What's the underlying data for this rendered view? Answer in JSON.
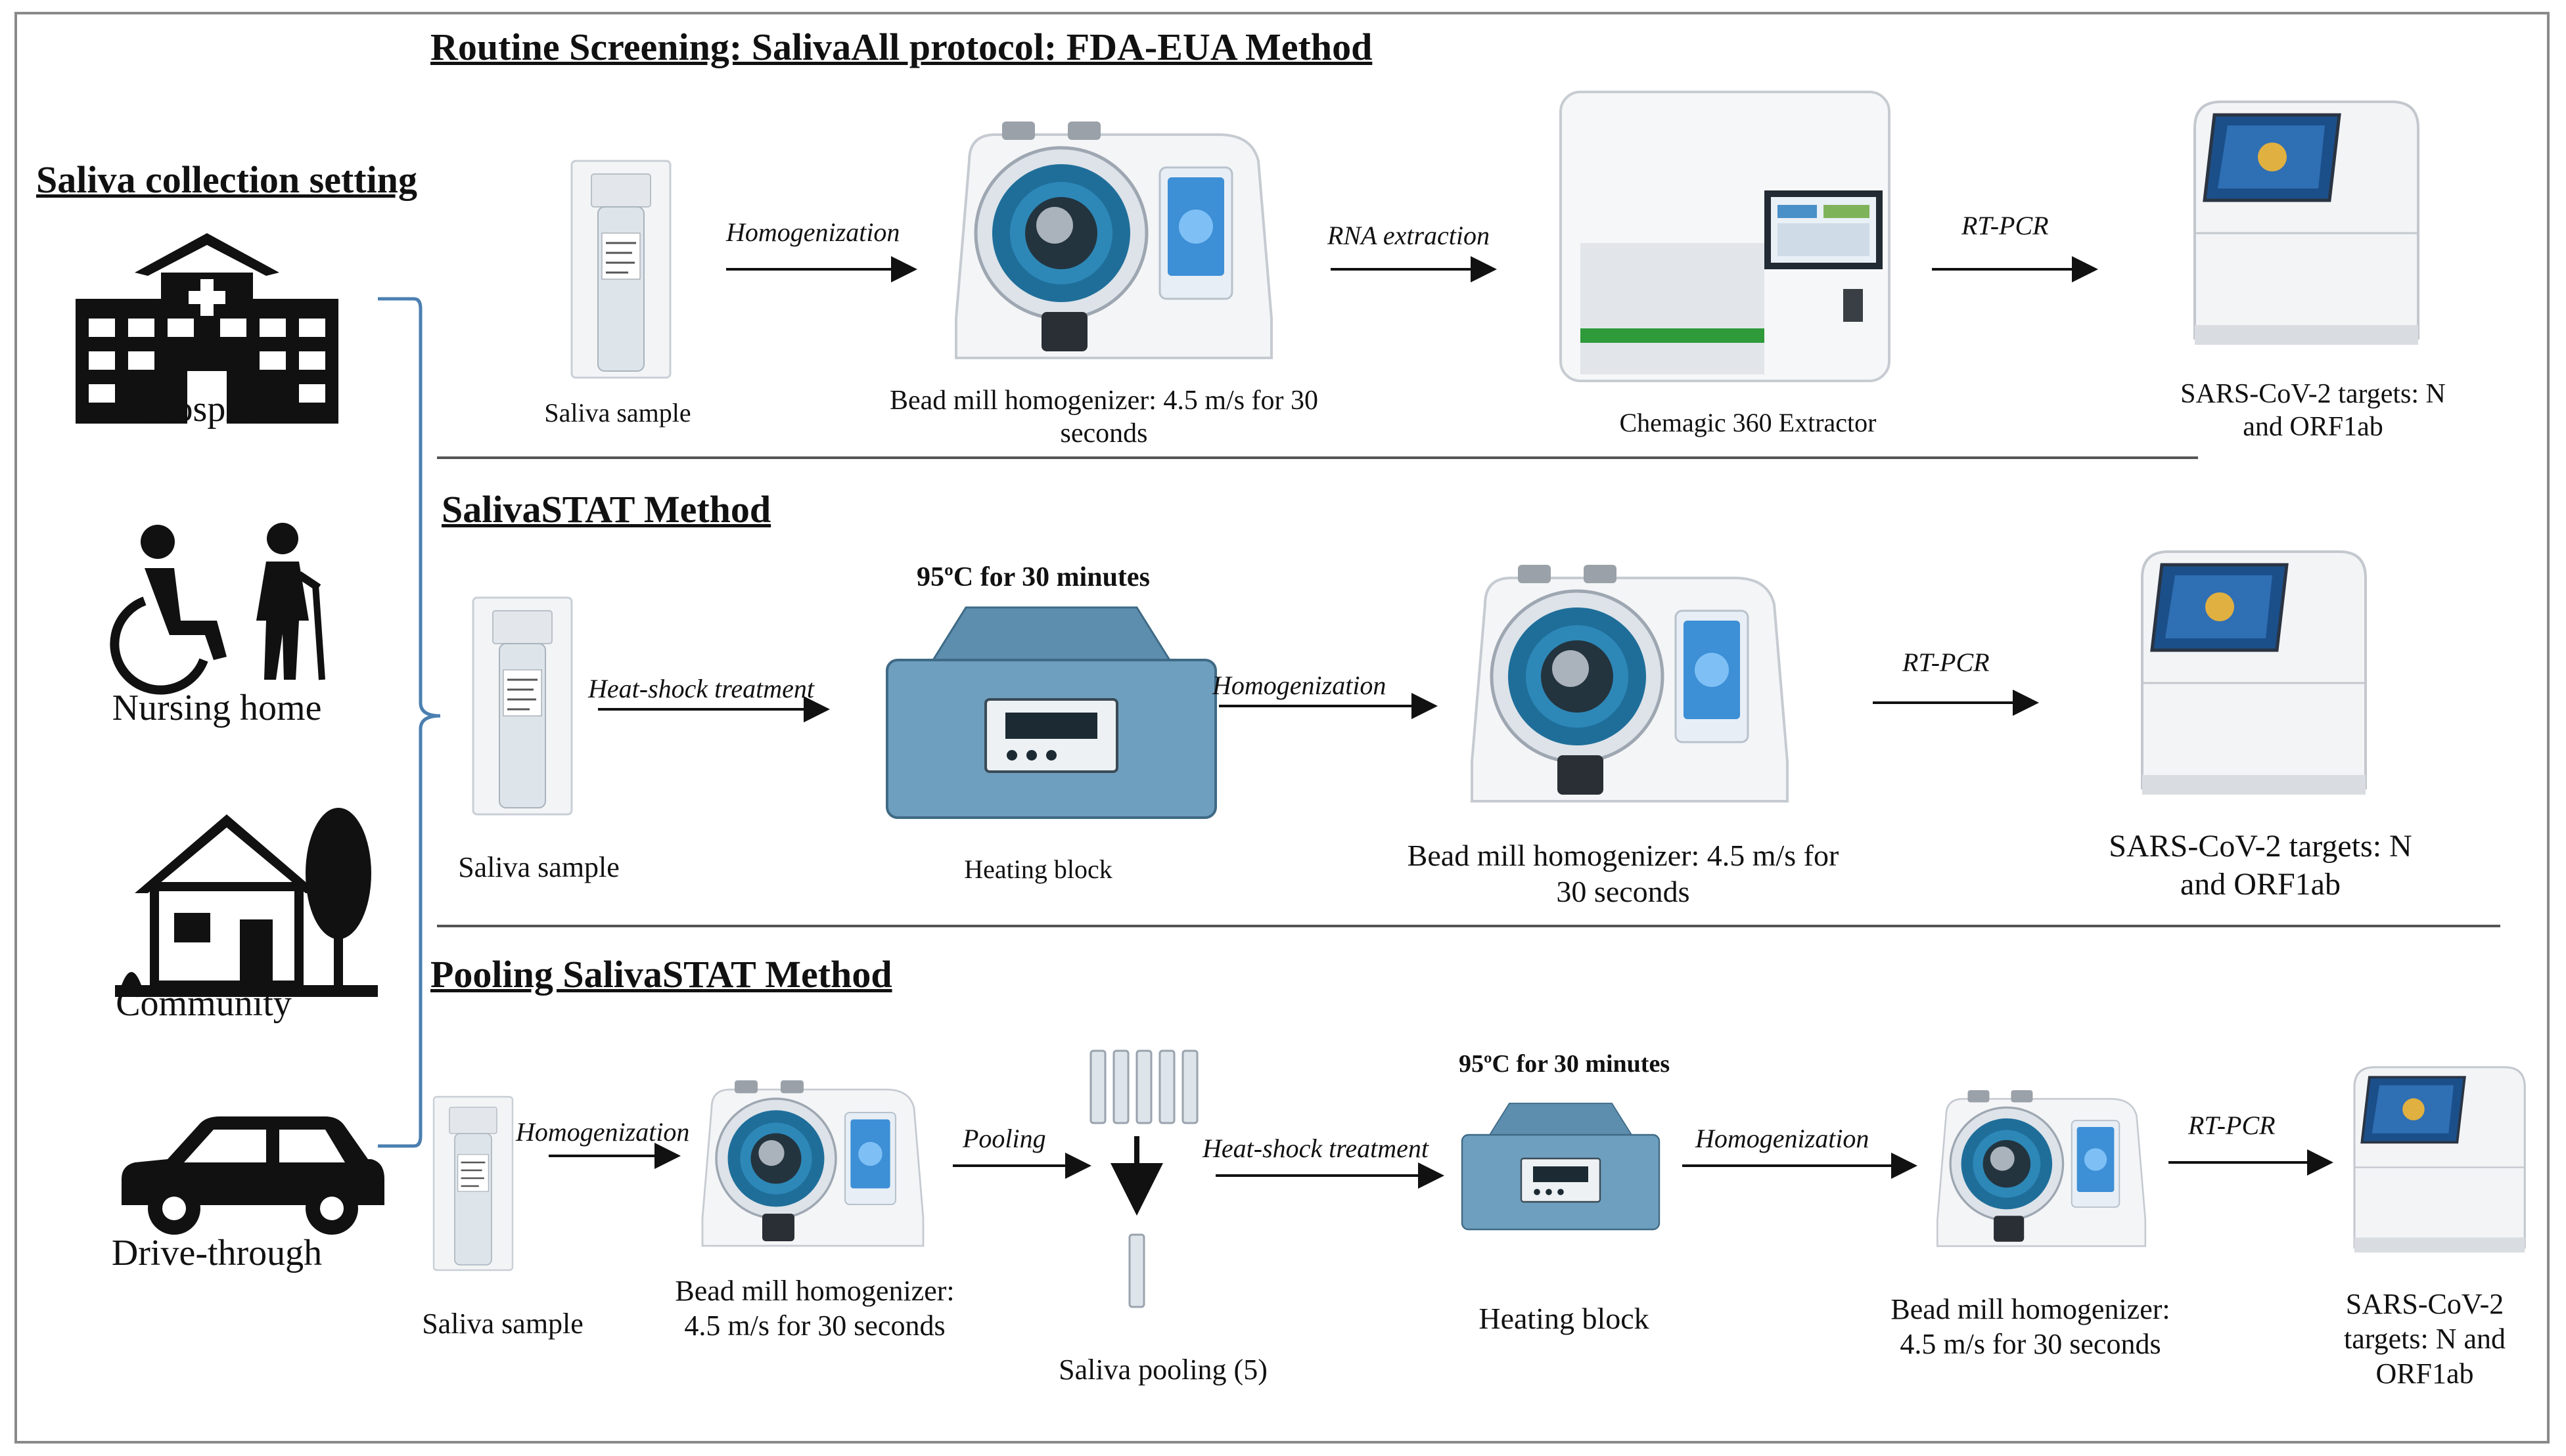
{
  "left_panel": {
    "title": "Saliva collection setting",
    "settings": [
      "Hospital",
      "Nursing home",
      "Community",
      "Drive-through"
    ]
  },
  "row1": {
    "title": "Routine Screening: SalivaAll protocol: FDA-EUA Method",
    "steps": [
      "Homogenization",
      "RNA extraction",
      "RT-PCR"
    ],
    "labels": {
      "sample": "Saliva sample",
      "homogenizer": "Bead mill homogenizer: 4.5 m/s for 30 seconds",
      "extractor": "Chemagic 360 Extractor",
      "targets": "SARS-CoV-2 targets: N and ORF1ab"
    }
  },
  "row2": {
    "title": "SalivaSTAT Method",
    "heat_caption": "95ºC for 30 minutes",
    "steps": [
      "Heat-shock treatment",
      "Homogenization",
      "RT-PCR"
    ],
    "labels": {
      "sample": "Saliva sample",
      "heating": "Heating block",
      "homogenizer": "Bead mill homogenizer: 4.5 m/s for 30 seconds",
      "targets": "SARS-CoV-2 targets: N and ORF1ab"
    }
  },
  "row3": {
    "title": "Pooling SalivaSTAT Method",
    "heat_caption": "95ºC for 30 minutes",
    "steps": [
      "Homogenization",
      "Pooling",
      "Heat-shock treatment",
      "Homogenization",
      "RT-PCR"
    ],
    "labels": {
      "sample": "Saliva sample",
      "homogenizer1": "Bead mill homogenizer: 4.5 m/s for 30 seconds",
      "pooling": "Saliva pooling (5)",
      "heating": "Heating block",
      "homogenizer2": "Bead mill homogenizer: 4.5 m/s for 30 seconds",
      "targets": "SARS-CoV-2 targets: N and ORF1ab"
    }
  },
  "colors": {
    "heating_block": "#6f9fbe",
    "homogenizer_rotor": "#1f6e9a",
    "pcr_screen": "#1b4f8a",
    "tube": "#dde4ea",
    "bracket": "#4b7fb0"
  }
}
